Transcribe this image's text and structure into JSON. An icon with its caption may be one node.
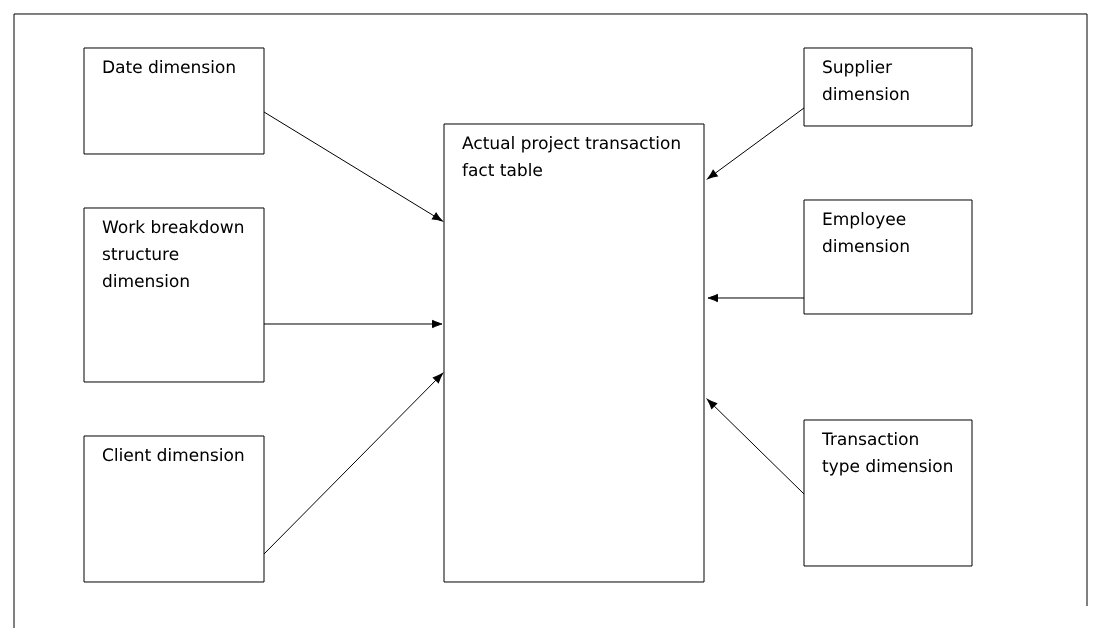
{
  "diagram": {
    "nodes": [
      {
        "text": [
          "Date dimension"
        ]
      },
      {
        "text": [
          "Work breakdown structure dimension"
        ]
      },
      {
        "text": [
          "Client dimension"
        ]
      },
      {
        "text": [
          "Actual project transaction fact table"
        ]
      },
      {
        "text": [
          "Supplier dimension"
        ]
      },
      {
        "text": [
          "Employee dimension"
        ]
      },
      {
        "text": [
          "Transaction type dimension"
        ]
      }
    ],
    "edges": [
      {
        "from": 0,
        "to": 3,
        "arrow": "to"
      },
      {
        "from": 1,
        "to": 3,
        "arrow": "to"
      },
      {
        "from": 2,
        "to": 3,
        "arrow": "to"
      },
      {
        "from": 4,
        "to": 3,
        "arrow": "to"
      },
      {
        "from": 5,
        "to": 3,
        "arrow": "to"
      },
      {
        "from": 6,
        "to": 3,
        "arrow": "to"
      }
    ]
  }
}
